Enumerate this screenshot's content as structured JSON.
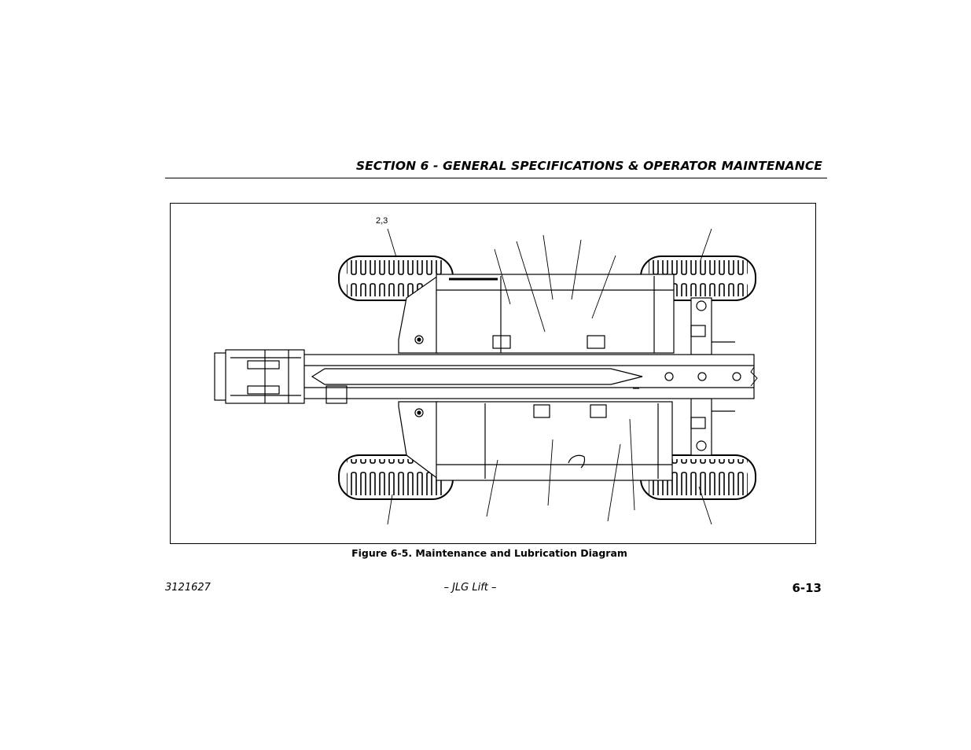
{
  "header": {
    "section_title": "SECTION 6 - GENERAL SPECIFICATIONS & OPERATOR MAINTENANCE"
  },
  "figure": {
    "caption": "Figure 6-5. Maintenance and Lubrication Diagram",
    "callouts": [
      "2,3"
    ]
  },
  "footer": {
    "doc_number": "3121627",
    "center_text": "– JLG Lift –",
    "page_number": "6-13"
  }
}
